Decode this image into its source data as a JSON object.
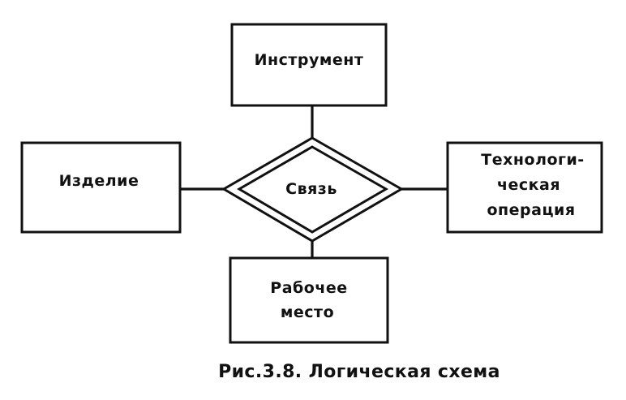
{
  "diagram": {
    "entities": {
      "tool": {
        "label": "Инструмент"
      },
      "product": {
        "label": "Изделие"
      },
      "operation": {
        "line1": "Технологи-",
        "line2": "ческая",
        "line3": "операция"
      },
      "workplace": {
        "line1": "Рабочее",
        "line2": "место"
      }
    },
    "relationship": {
      "label": "Связь"
    },
    "caption": "Рис.3.8. Логическая схема"
  }
}
